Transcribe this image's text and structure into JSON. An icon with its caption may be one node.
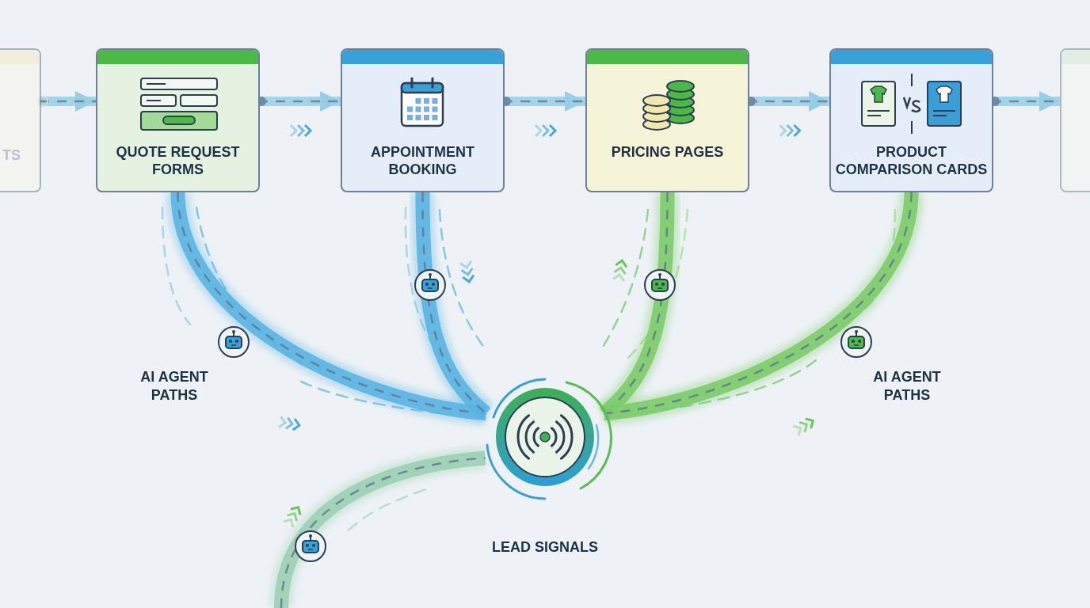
{
  "diagram": {
    "nodes": [
      {
        "text": [
          "TS"
        ]
      },
      {
        "text": [
          "QUOTE REQUEST FORMS"
        ]
      },
      {
        "text": [
          "APPOINTMENT BOOKING"
        ]
      },
      {
        "text": [
          "PRICING PAGES"
        ]
      },
      {
        "text": [
          "PRODUCT COMPARISON CARDS"
        ]
      },
      {
        "text": [],
        "shape": "box"
      },
      {
        "text": [
          "LEAD SIGNALS"
        ]
      }
    ],
    "edges": [
      {
        "from": 0,
        "to": 1,
        "arrow": "to"
      },
      {
        "from": 1,
        "to": 2,
        "arrow": "to"
      },
      {
        "from": 2,
        "to": 3,
        "arrow": "to"
      },
      {
        "from": 3,
        "to": 4,
        "arrow": "to"
      },
      {
        "from": 4,
        "to": 5,
        "arrow": "to"
      },
      {
        "from": 1,
        "to": 6,
        "arrow": "none",
        "color": "#5ab4e2"
      },
      {
        "from": 2,
        "to": 6,
        "arrow": "none",
        "color": "#5ab4e2"
      },
      {
        "from": 3,
        "to": 6,
        "arrow": "none",
        "color": "#7ccb6a"
      },
      {
        "from": 4,
        "to": 6,
        "arrow": "none",
        "color": "#7ccb6a"
      },
      {
        "from": null,
        "to": 6,
        "arrow": "none",
        "color": "#9ccfb4"
      }
    ],
    "labels": [
      "AI AGENT PATHS",
      "AI AGENT PATHS"
    ]
  }
}
